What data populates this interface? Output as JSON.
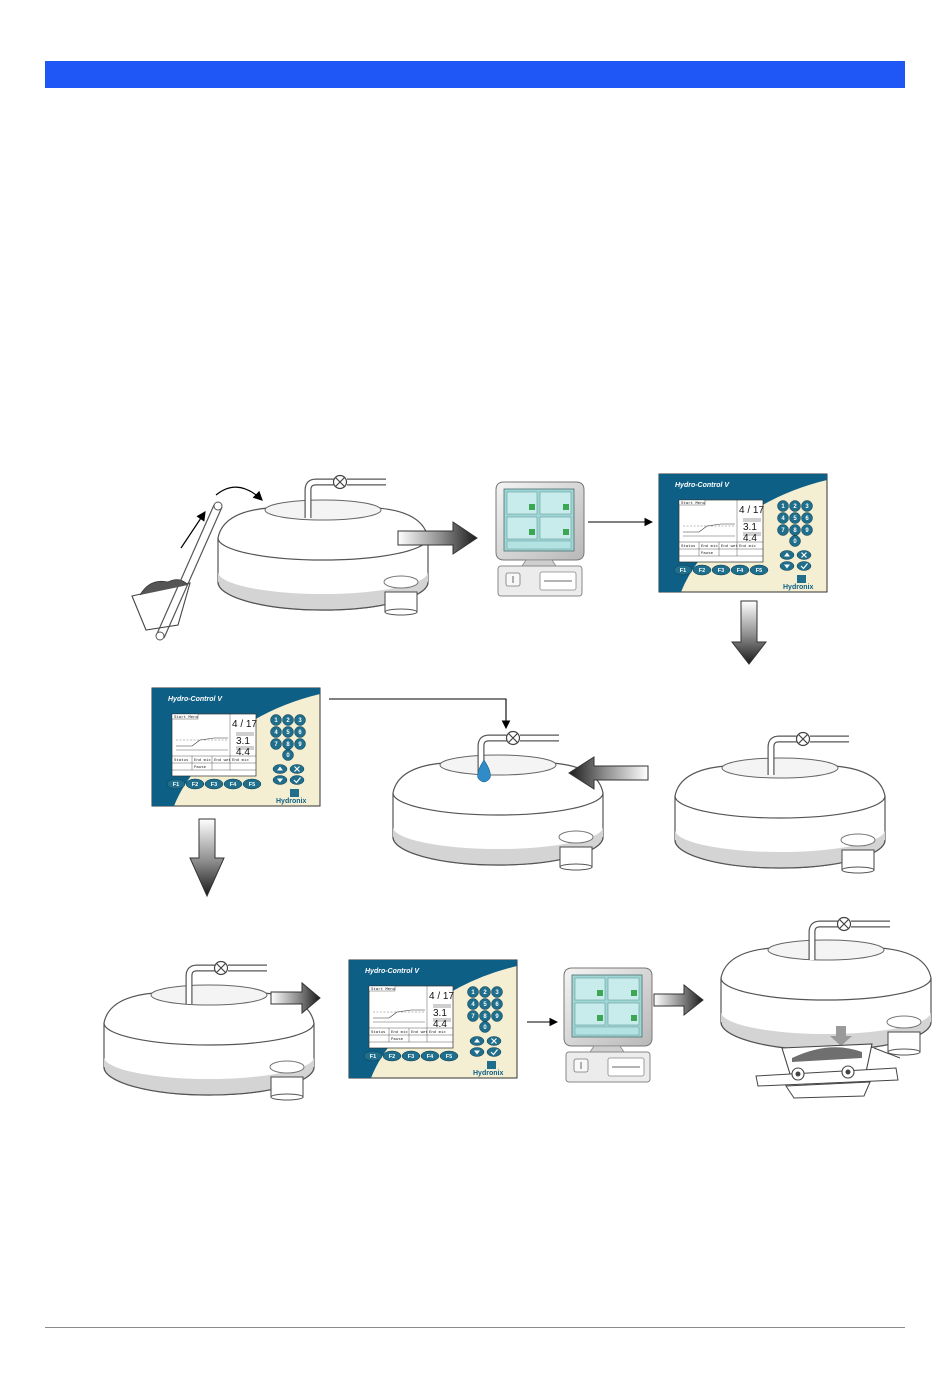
{
  "colors": {
    "header_bar": "#1f56f6",
    "panel_teal": "#0e5f86",
    "panel_cream": "#f4efd2",
    "key_teal": "#1f6e8c",
    "water_blue": "#2f8cc8",
    "mixer_fill": "#d9d9d9"
  },
  "panel": {
    "title": "Hydro-Control V",
    "brand": "Hydronix",
    "function_keys": [
      "F1",
      "F2",
      "F3",
      "F4",
      "F5"
    ],
    "number_keys": [
      "1",
      "2",
      "3",
      "4",
      "5",
      "6",
      "7",
      "8",
      "9",
      "0"
    ],
    "lcd_menu": "Start Menu",
    "lcd_status": "Status",
    "lcd_tabs": [
      "End mix",
      "End wet",
      "End mix"
    ],
    "lcd_pause": "Pause",
    "lcd_big1": "4 / 17",
    "lcd_big2": "3.1",
    "lcd_big3": "4.4"
  },
  "icons": {
    "mixer": "mixer-icon",
    "valve": "water-valve-icon",
    "conveyor": "conveyor-skip-icon",
    "computer": "computer-monitor-icon",
    "control_panel": "control-panel-icon",
    "arrow": "process-arrow-icon",
    "water_drop": "water-drop-icon",
    "truck": "truck-hopper-icon"
  }
}
